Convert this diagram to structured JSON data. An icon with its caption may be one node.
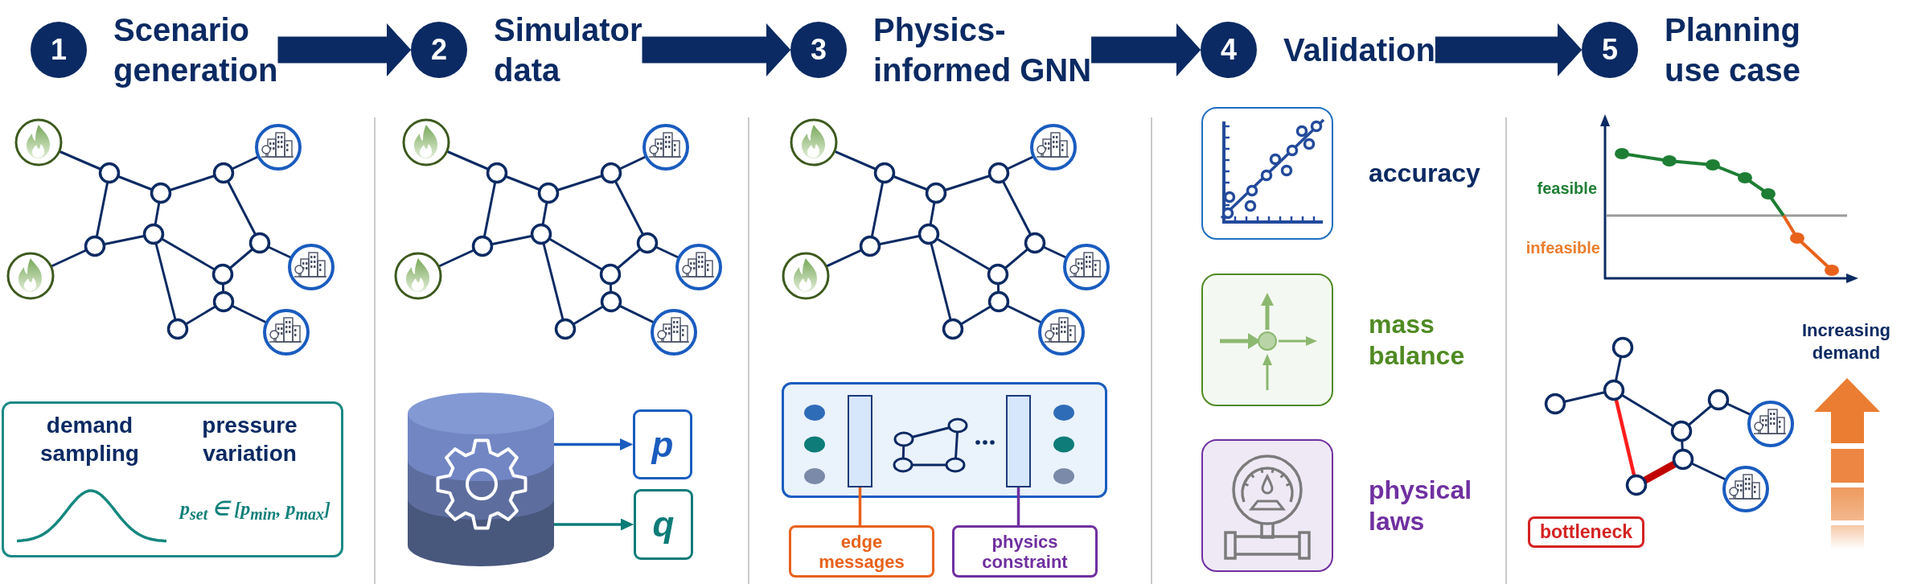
{
  "diagram": {
    "nodes": [
      {
        "text": [
          "1",
          "Scenario generation"
        ]
      },
      {
        "text": [
          "2",
          "Simulator data"
        ]
      },
      {
        "text": [
          "3",
          "Physics-informed GNN"
        ]
      },
      {
        "text": [
          "4",
          "Validation"
        ]
      },
      {
        "text": [
          "5",
          "Planning use case"
        ]
      },
      {
        "text": [
          "demand sampling",
          "pressure variation",
          "p$_{set}$ ∈ [p$_{min}$, p$_{max}$]"
        ]
      },
      {
        "text": [],
        "shape": "cylinder"
      },
      {
        "text": [
          "p"
        ]
      },
      {
        "text": [
          "q"
        ]
      },
      {
        "text": [],
        "shape": "box"
      },
      {
        "text": [],
        "shape": "bar",
        "in": 9
      },
      {
        "text": [],
        "shape": "bar",
        "in": 9
      },
      {
        "text": [
          "edge messages"
        ]
      },
      {
        "text": [
          "physics constraint"
        ]
      },
      {
        "text": [
          "accuracy"
        ]
      },
      {
        "text": [
          "mass balance"
        ]
      },
      {
        "text": [
          "physical laws"
        ]
      },
      {
        "text": [
          "bottleneck"
        ]
      }
    ],
    "edges": [
      {
        "from": 0,
        "to": 1,
        "arrow": "to",
        "style": "thick"
      },
      {
        "from": 1,
        "to": 2,
        "arrow": "to",
        "style": "thick"
      },
      {
        "from": 2,
        "to": 3,
        "arrow": "to",
        "style": "thick"
      },
      {
        "from": 3,
        "to": 4,
        "arrow": "to",
        "style": "thick"
      },
      {
        "from": 6,
        "to": 7,
        "arrow": "to",
        "color": "#1a5cbf"
      },
      {
        "from": 6,
        "to": 8,
        "arrow": "to",
        "color": "#0e7c78"
      },
      {
        "from": 12,
        "to": 10,
        "arrow": "none",
        "color": "#e8621c"
      },
      {
        "from": 13,
        "to": 11,
        "arrow": "none",
        "color": "#7030a0"
      }
    ],
    "labels": [
      "feasible",
      "infeasible",
      "Increasing demand"
    ]
  }
}
